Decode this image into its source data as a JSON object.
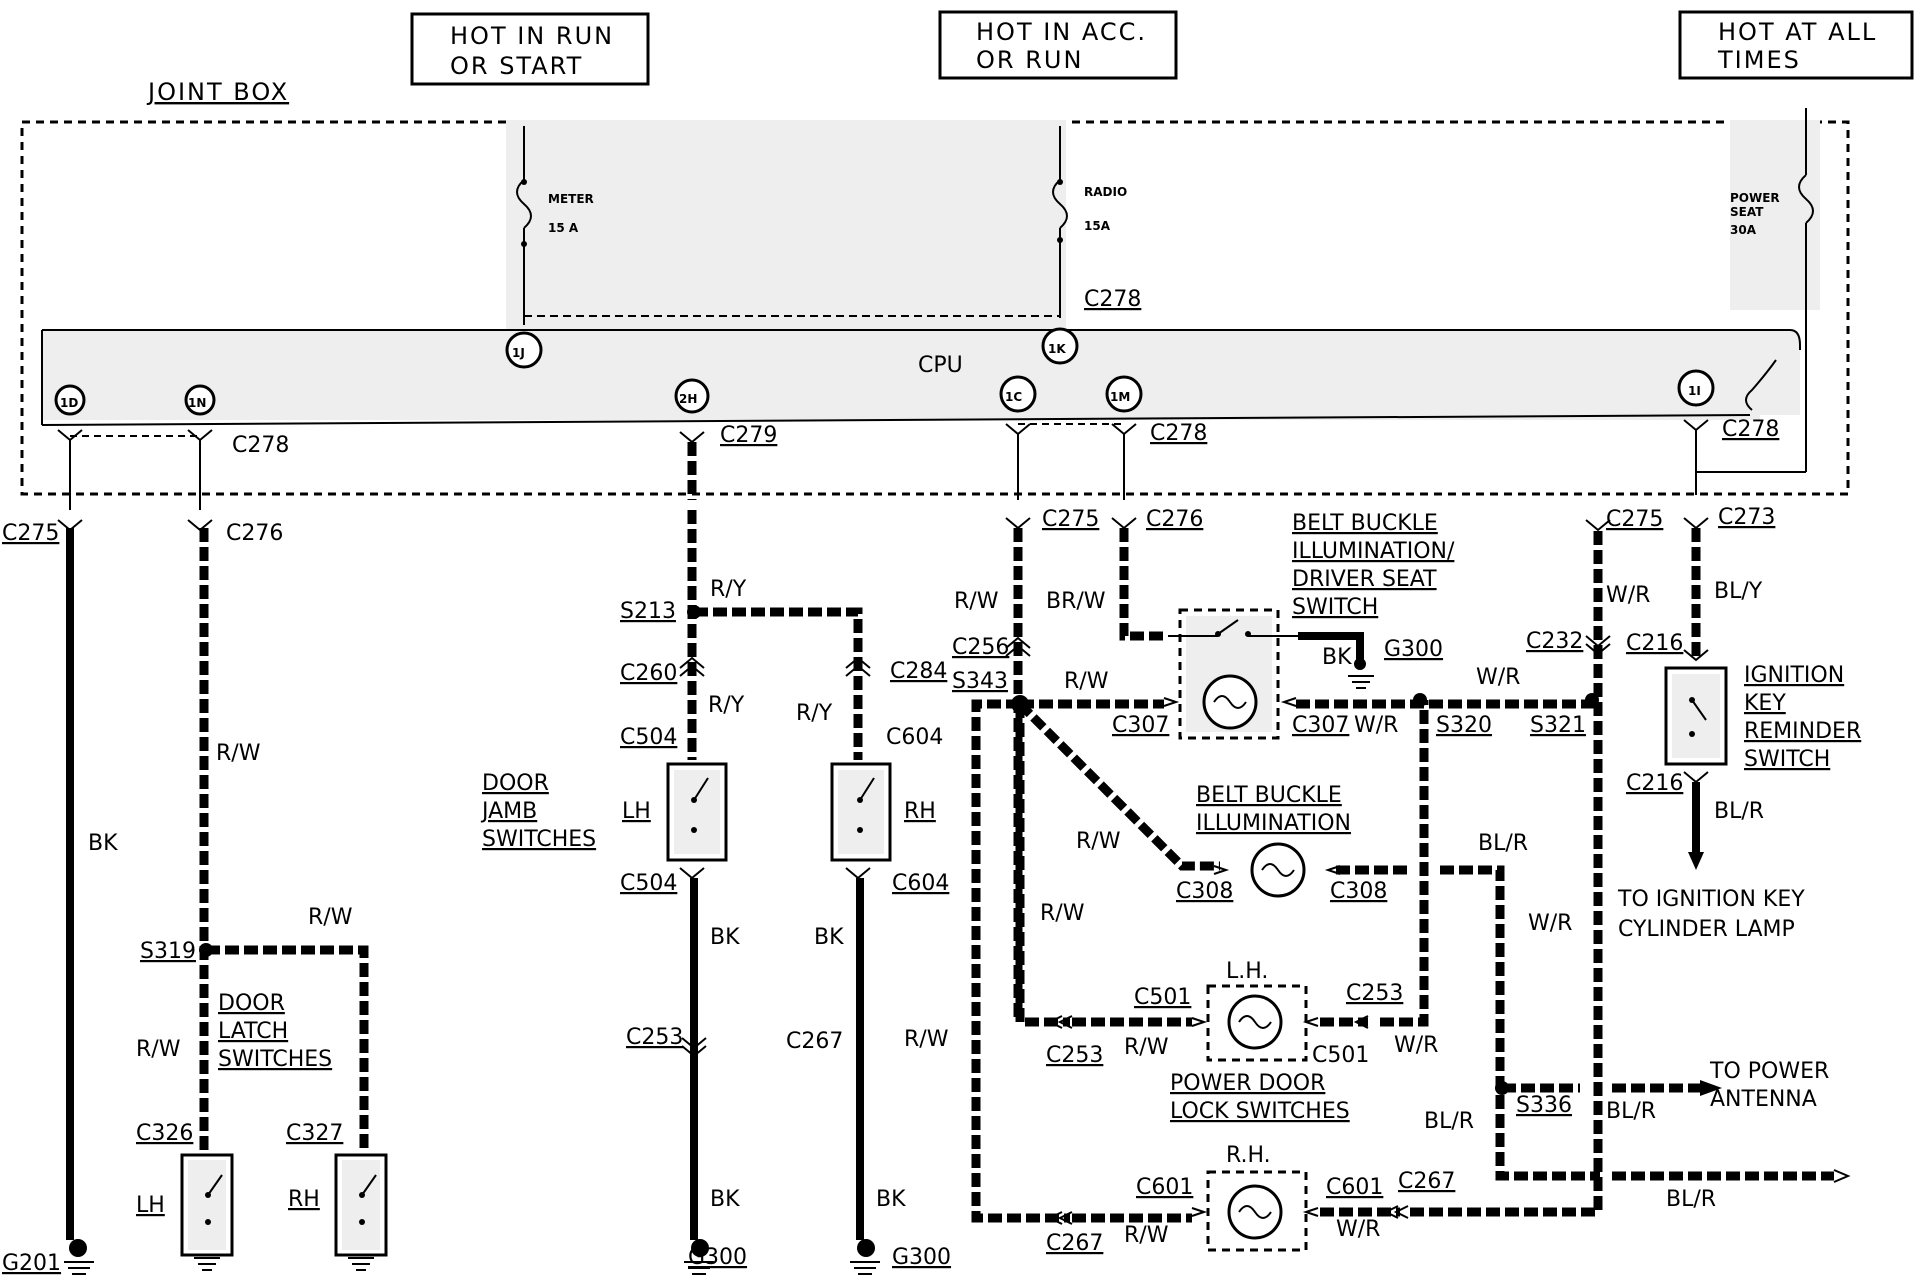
{
  "headers": {
    "run": [
      "HOT IN RUN",
      "OR START"
    ],
    "acc": [
      "HOT IN ACC.",
      "OR RUN"
    ],
    "all": [
      "HOT AT ALL",
      "TIMES"
    ]
  },
  "joint_box": "JOINT BOX",
  "cpu": "CPU",
  "fuses": {
    "meter": [
      "METER",
      "15 A"
    ],
    "radio": [
      "RADIO",
      "15A"
    ],
    "seat": [
      "POWER",
      "SEAT",
      "30A"
    ]
  },
  "pins": {
    "p1D": "1D",
    "p1N": "1N",
    "p1J": "1J",
    "p2H": "2H",
    "p1K": "1K",
    "p1C": "1C",
    "p1M": "1M",
    "p1I": "1I"
  },
  "connectors": {
    "c275a": "C275",
    "c276a": "C276",
    "c278a": "C278",
    "c279": "C279",
    "c278b": "C278",
    "c278c": "C278",
    "c278d": "C278",
    "c275b": "C275",
    "c276b": "C276",
    "c275c": "C275",
    "c273": "C273",
    "s213": "S213",
    "c260": "C260",
    "c504a": "C504",
    "c504b": "C504",
    "c284": "C284",
    "c604a": "C604",
    "c604b": "C604",
    "c256": "C256",
    "s343": "S343",
    "c307a": "C307",
    "c307b": "C307",
    "g300a": "G300",
    "s320": "S320",
    "s321": "S321",
    "c232": "C232",
    "c216a": "C216",
    "c216b": "C216",
    "c308a": "C308",
    "c308b": "C308",
    "c501a": "C501",
    "c501b": "C501",
    "c253a": "C253",
    "c253b": "C253",
    "c253c": "C253",
    "c267a": "C267",
    "s319": "S319",
    "c326": "C326",
    "c327": "C327",
    "g201": "G201",
    "g300b": "G300",
    "g300c": "G300",
    "s336": "S336",
    "c601a": "C601",
    "c601b": "C601",
    "c267b": "C267",
    "c267c": "C267"
  },
  "wires": {
    "bk1": "BK",
    "rw1": "R/W",
    "rw2": "R/W",
    "rw3": "R/W",
    "ry1": "R/Y",
    "ry2": "R/Y",
    "ry3": "R/Y",
    "bk2": "BK",
    "bk3": "BK",
    "bk4": "BK",
    "bk5": "BK",
    "rw4": "R/W",
    "brw": "BR/W",
    "rw5": "R/W",
    "bk6": "BK",
    "wr1": "W/R",
    "wr2": "W/R",
    "wr3": "W/R",
    "bly": "BL/Y",
    "blr1": "BL/R",
    "rw6": "R/W",
    "rw7": "R/W",
    "blr2": "BL/R",
    "wr4": "W/R",
    "rw8": "R/W",
    "wr5": "W/R",
    "rw9": "R/W",
    "blr3": "BL/R",
    "blr4": "BL/R",
    "blr5": "BL/R",
    "rw10": "R/W",
    "wr6": "W/R"
  },
  "components": {
    "door_jamb": [
      "DOOR",
      "JAMB",
      "SWITCHES"
    ],
    "lh1": "LH",
    "rh1": "RH",
    "belt_seat": [
      "BELT BUCKLE",
      "ILLUMINATION/",
      "DRIVER SEAT",
      "SWITCH"
    ],
    "belt_illum": [
      "BELT BUCKLE",
      "ILLUMINATION"
    ],
    "ign_key": [
      "IGNITION",
      "KEY",
      "REMINDER",
      "SWITCH"
    ],
    "to_ign": [
      "TO IGNITION KEY",
      "CYLINDER LAMP"
    ],
    "door_latch": [
      "DOOR",
      "LATCH",
      "SWITCHES"
    ],
    "lh2": "LH",
    "rh2": "RH",
    "lh_pd": "L.H.",
    "rh_pd": "R.H.",
    "power_door": [
      "POWER DOOR",
      "LOCK SWITCHES"
    ],
    "to_antenna": [
      "TO POWER",
      "ANTENNA"
    ]
  }
}
